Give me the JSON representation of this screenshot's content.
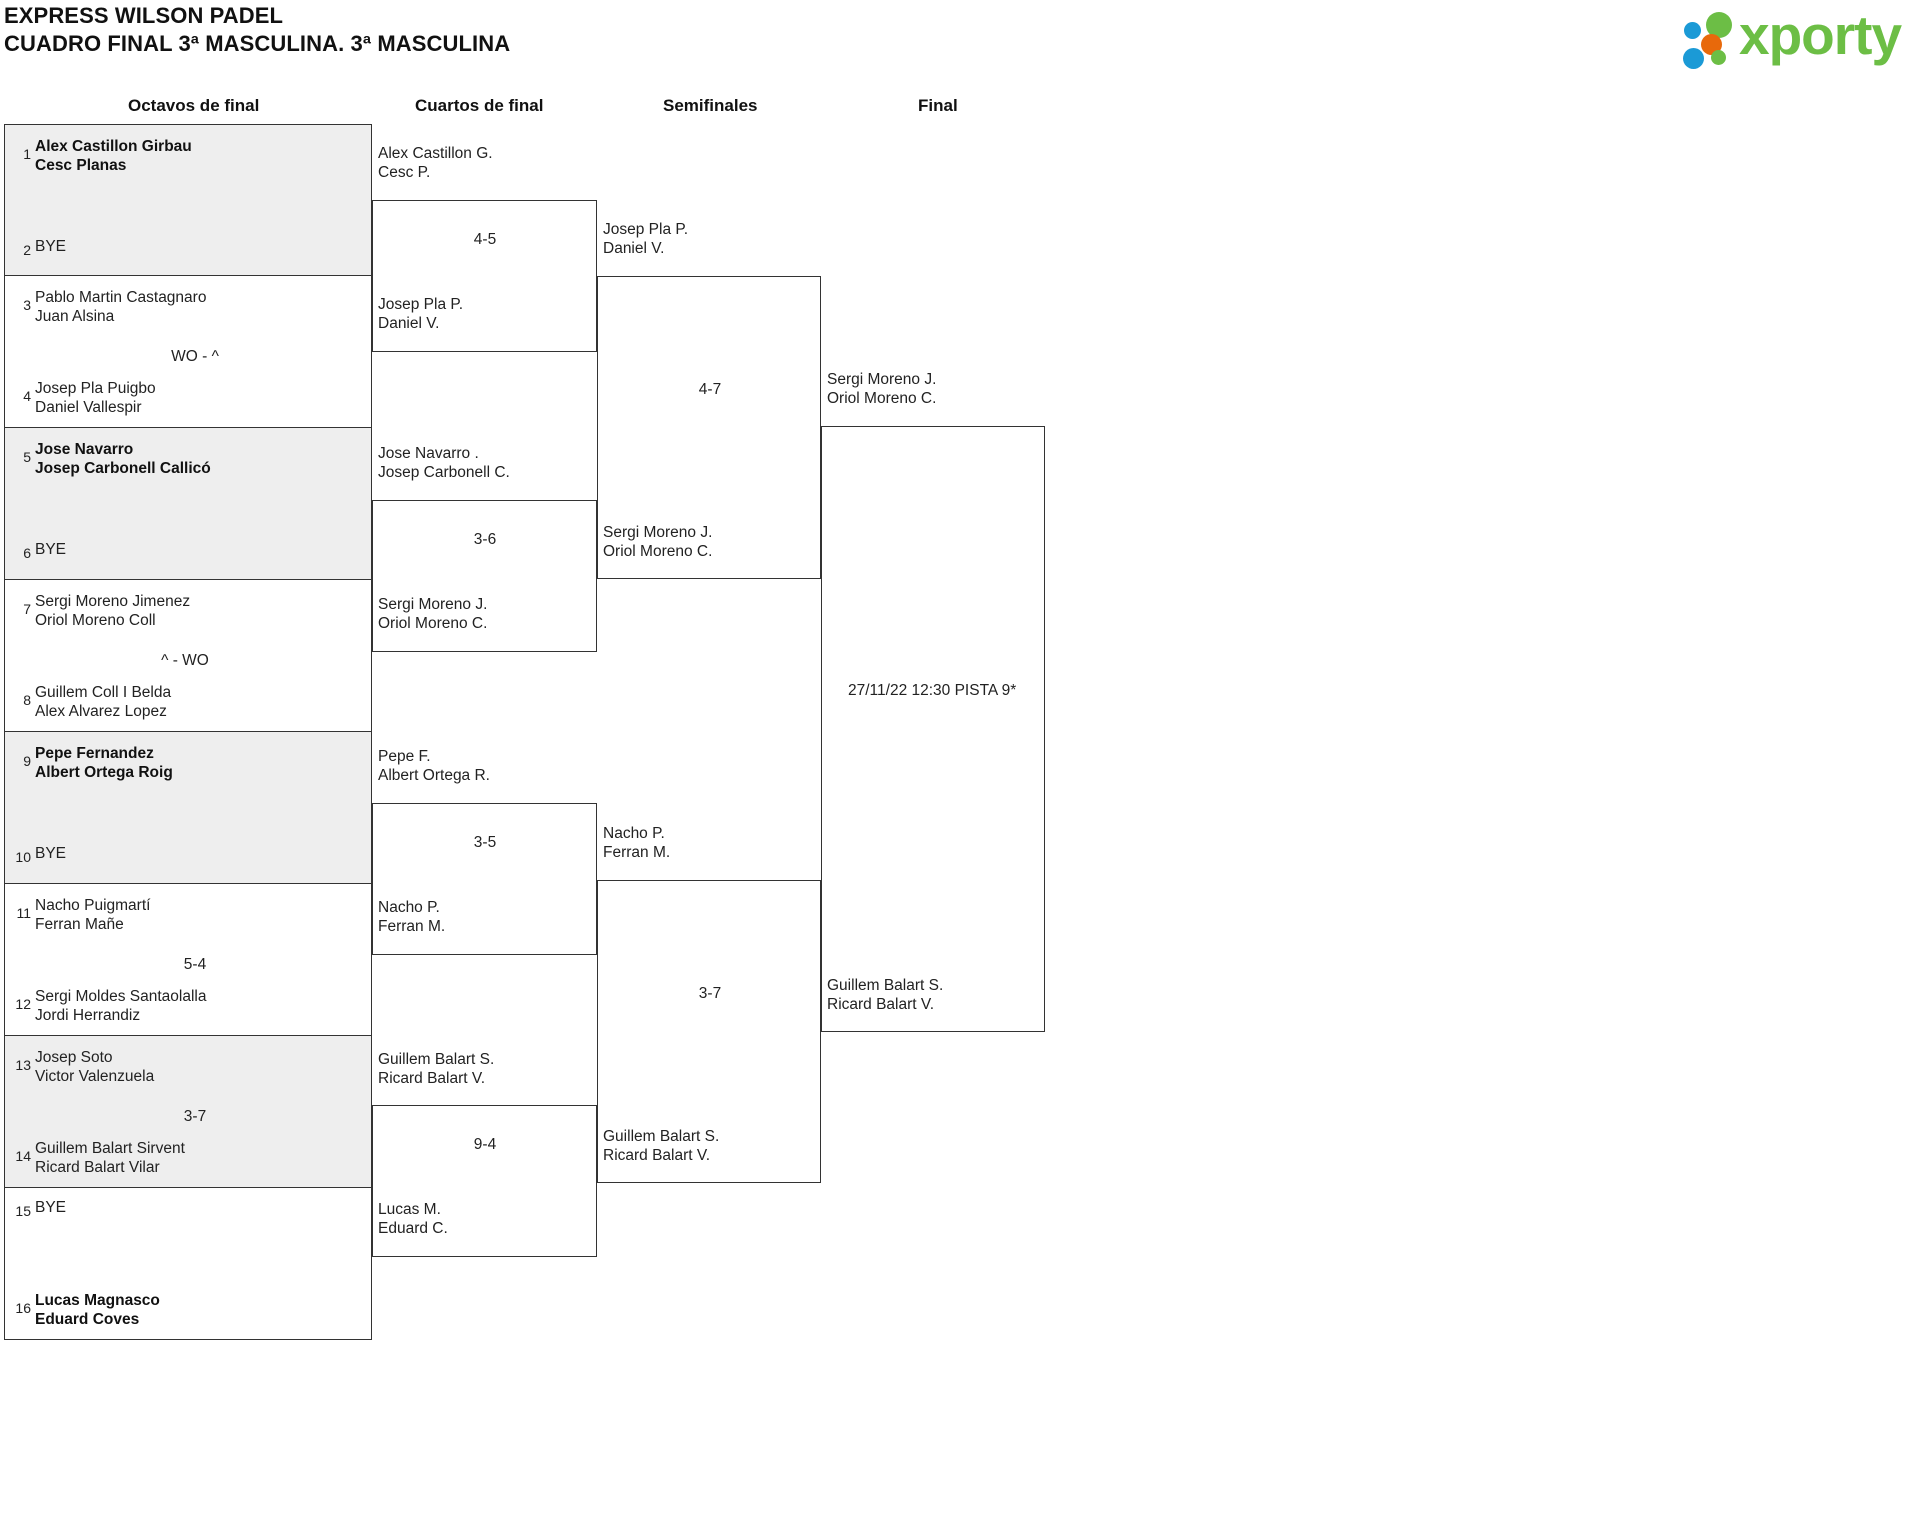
{
  "header": {
    "line1": "EXPRESS WILSON PADEL",
    "line2": "CUADRO FINAL 3ª MASCULINA. 3ª MASCULINA",
    "brand": "xporty",
    "brand_color": "#6cbe45",
    "brand_dot_blue": "#1b9ad6",
    "brand_dot_orange": "#e8690b",
    "brand_dot_green": "#6cbe45"
  },
  "rounds": [
    {
      "label": "Octavos de final"
    },
    {
      "label": "Cuartos de final"
    },
    {
      "label": "Semifinales"
    },
    {
      "label": "Final"
    }
  ],
  "round1": {
    "slots": [
      {
        "seed": "1",
        "p1": "Alex Castillon Girbau",
        "p2": "Cesc Planas",
        "bye": false,
        "winner": true
      },
      {
        "seed": "2",
        "p1": "BYE",
        "p2": "",
        "bye": true,
        "winner": false
      },
      {
        "seed": "3",
        "p1": "Pablo Martin Castagnaro",
        "p2": "Juan Alsina",
        "bye": false,
        "winner": false
      },
      {
        "seed": "4",
        "p1": "Josep Pla Puigbo",
        "p2": "Daniel Vallespir",
        "bye": false,
        "winner": false
      },
      {
        "seed": "5",
        "p1": "Jose Navarro",
        "p2": "Josep Carbonell Callicó",
        "bye": false,
        "winner": true
      },
      {
        "seed": "6",
        "p1": "BYE",
        "p2": "",
        "bye": true,
        "winner": false
      },
      {
        "seed": "7",
        "p1": "Sergi Moreno Jimenez",
        "p2": "Oriol Moreno Coll",
        "bye": false,
        "winner": false
      },
      {
        "seed": "8",
        "p1": "Guillem Coll I Belda",
        "p2": "Alex Alvarez Lopez",
        "bye": false,
        "winner": false
      },
      {
        "seed": "9",
        "p1": "Pepe Fernandez",
        "p2": "Albert Ortega Roig",
        "bye": false,
        "winner": true
      },
      {
        "seed": "10",
        "p1": "BYE",
        "p2": "",
        "bye": true,
        "winner": false
      },
      {
        "seed": "11",
        "p1": "Nacho Puigmartí",
        "p2": "Ferran Mañe",
        "bye": false,
        "winner": false
      },
      {
        "seed": "12",
        "p1": "Sergi Moldes Santaolalla",
        "p2": "Jordi Herrandiz",
        "bye": false,
        "winner": false
      },
      {
        "seed": "13",
        "p1": "Josep Soto",
        "p2": "Victor Valenzuela",
        "bye": false,
        "winner": false
      },
      {
        "seed": "14",
        "p1": "Guillem Balart Sirvent",
        "p2": "Ricard Balart Vilar",
        "bye": false,
        "winner": false
      },
      {
        "seed": "15",
        "p1": "BYE",
        "p2": "",
        "bye": true,
        "winner": false
      },
      {
        "seed": "16",
        "p1": "Lucas Magnasco",
        "p2": "Eduard Coves",
        "bye": false,
        "winner": true
      }
    ],
    "scores": [
      "",
      "WO - ^",
      "",
      "^ - WO",
      "",
      "5-4",
      "3-7",
      ""
    ]
  },
  "round2": {
    "entrants": [
      {
        "p1": "Alex Castillon G.",
        "p2": "Cesc P."
      },
      {
        "p1": "Josep Pla P.",
        "p2": "Daniel V."
      },
      {
        "p1": "Jose Navarro .",
        "p2": "Josep Carbonell C."
      },
      {
        "p1": "Sergi Moreno J.",
        "p2": "Oriol Moreno C."
      },
      {
        "p1": "Pepe F.",
        "p2": "Albert Ortega R."
      },
      {
        "p1": "Nacho P.",
        "p2": "Ferran M."
      },
      {
        "p1": "Guillem Balart S.",
        "p2": "Ricard Balart V."
      },
      {
        "p1": "Lucas M.",
        "p2": "Eduard C."
      }
    ],
    "scores": [
      "4-5",
      "3-6",
      "3-5",
      "9-4"
    ]
  },
  "round3": {
    "entrants": [
      {
        "p1": "Josep Pla P.",
        "p2": "Daniel V."
      },
      {
        "p1": "Sergi Moreno J.",
        "p2": "Oriol Moreno C."
      },
      {
        "p1": "Nacho P.",
        "p2": "Ferran M."
      },
      {
        "p1": "Guillem Balart S.",
        "p2": "Ricard Balart V."
      }
    ],
    "scores": [
      "4-7",
      "3-7"
    ]
  },
  "round4": {
    "entrants": [
      {
        "p1": "Sergi Moreno J.",
        "p2": "Oriol Moreno C."
      },
      {
        "p1": "Guillem Balart S.",
        "p2": "Ricard Balart V."
      }
    ],
    "schedule": "27/11/22 12:30 PISTA 9*"
  }
}
